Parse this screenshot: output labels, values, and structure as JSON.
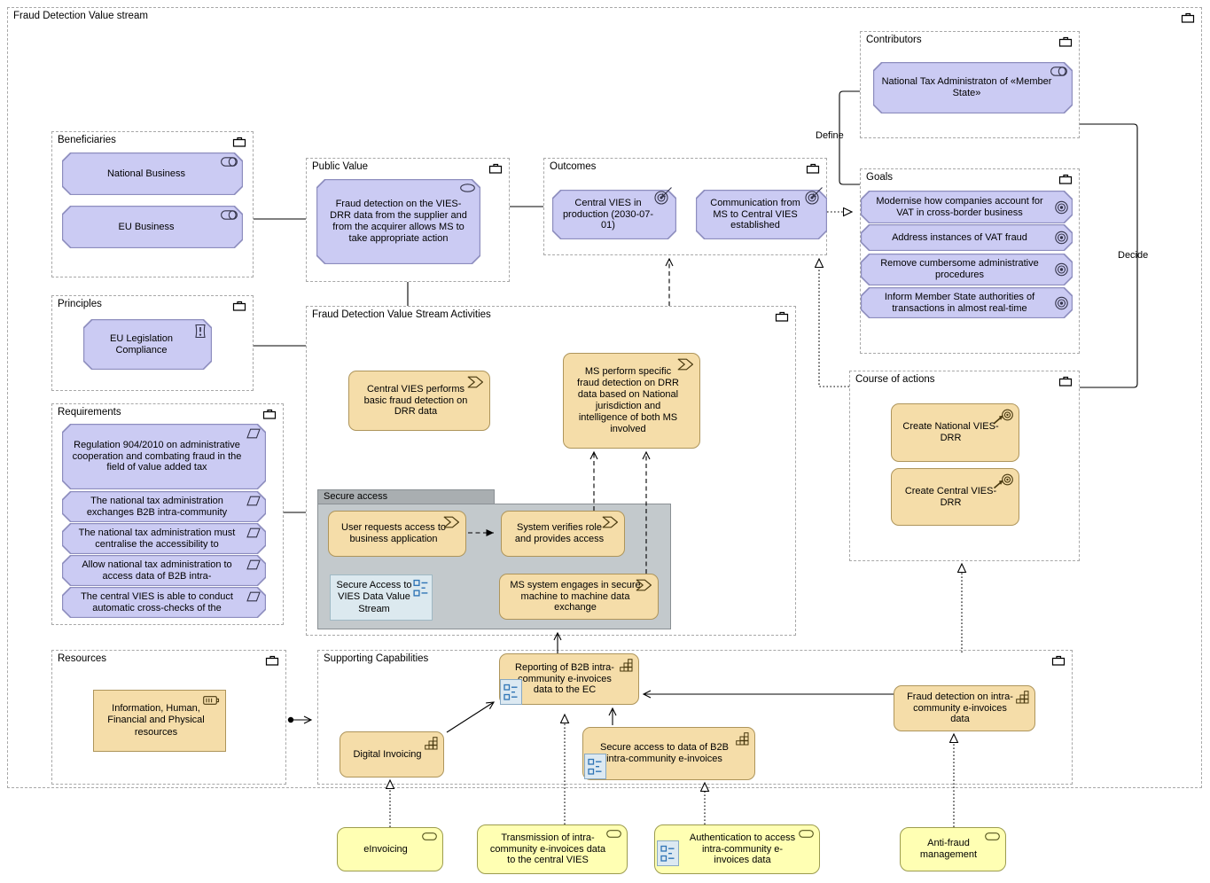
{
  "diagram": {
    "title": "Fraud Detection Value stream"
  },
  "labels": {
    "define": "Define",
    "decide": "Decide"
  },
  "beneficiaries": {
    "title": "Beneficiaries",
    "national": "National Business",
    "eu": "EU Business"
  },
  "public_value": {
    "title": "Public Value",
    "value": "Fraud detection on the VIES-DRR data from the supplier and from the acquirer allows MS to take appropriate action"
  },
  "outcomes": {
    "title": "Outcomes",
    "central_vies": "Central VIES in production (2030-07-01)",
    "communication": "Communication from MS to Central VIES established"
  },
  "contributors": {
    "title": "Contributors",
    "nta": "National Tax Administraton of «Member State»"
  },
  "goals": {
    "title": "Goals",
    "g1": "Modernise how companies account for VAT in cross-border business",
    "g2": "Address instances of VAT fraud",
    "g3": "Remove cumbersome administrative procedures",
    "g4": "Inform Member State authorities of transactions in almost real-time"
  },
  "principles": {
    "title": "Principles",
    "p1": "EU Legislation Compliance"
  },
  "requirements": {
    "title": "Requirements",
    "r1": "Regulation 904/2010 on administrative cooperation and combating fraud in the field of value added tax",
    "r2": "The national tax administration exchanges B2B intra-community",
    "r3": "The national tax administration must centralise the accessibility to",
    "r4": "Allow national tax administration to access data of B2B intra-",
    "r5": "The central VIES is able to conduct automatic cross-checks of the"
  },
  "course_of_actions": {
    "title": "Course of actions",
    "c1": "Create National VIES-DRR",
    "c2": "Create Central VIES-DRR"
  },
  "activities": {
    "title": "Fraud Detection Value Stream Activities",
    "a1": "Central VIES performs basic fraud detection on DRR data",
    "a2": "MS perform specific fraud detection on DRR data based on National jurisdiction and intelligence of both MS involved",
    "secure_access": {
      "title": "Secure access",
      "s1": "User requests access to business application",
      "s2": "System verifies role and provides access",
      "s3": "MS system engages in secure machine to machine data exchange",
      "map_link": "Secure Access to VIES Data Value Stream"
    }
  },
  "resources": {
    "title": "Resources",
    "r1": "Information, Human, Financial and Physical resources"
  },
  "supporting_capabilities": {
    "title": "Supporting Capabilities",
    "reporting": "Reporting of B2B intra-community e-invoices data to the EC",
    "digital_invoicing": "Digital Invoicing",
    "secure_access": "Secure access to data of B2B intra-community e-invoices",
    "fraud_detection": "Fraud detection on intra-community e-invoices data"
  },
  "services": {
    "einvoicing": "eInvoicing",
    "transmission": "Transmission of intra-community e-invoices data to the central VIES",
    "authentication": "Authentication to access intra-community e-invoices data",
    "antifraud": "Anti-fraud management"
  },
  "colors": {
    "motivation_fill": "#CBCBF3",
    "motivation_border": "#8D8DBE",
    "strategy_fill": "#F5DDA9",
    "business_fill": "#FFFFB3",
    "group_border": "#A8A8A8",
    "secure_group_fill": "#C3C9CC",
    "secure_group_header": "#A9AEB1",
    "maplink_fill": "#DCE9EF",
    "badge_blue": "#2E74B5"
  }
}
